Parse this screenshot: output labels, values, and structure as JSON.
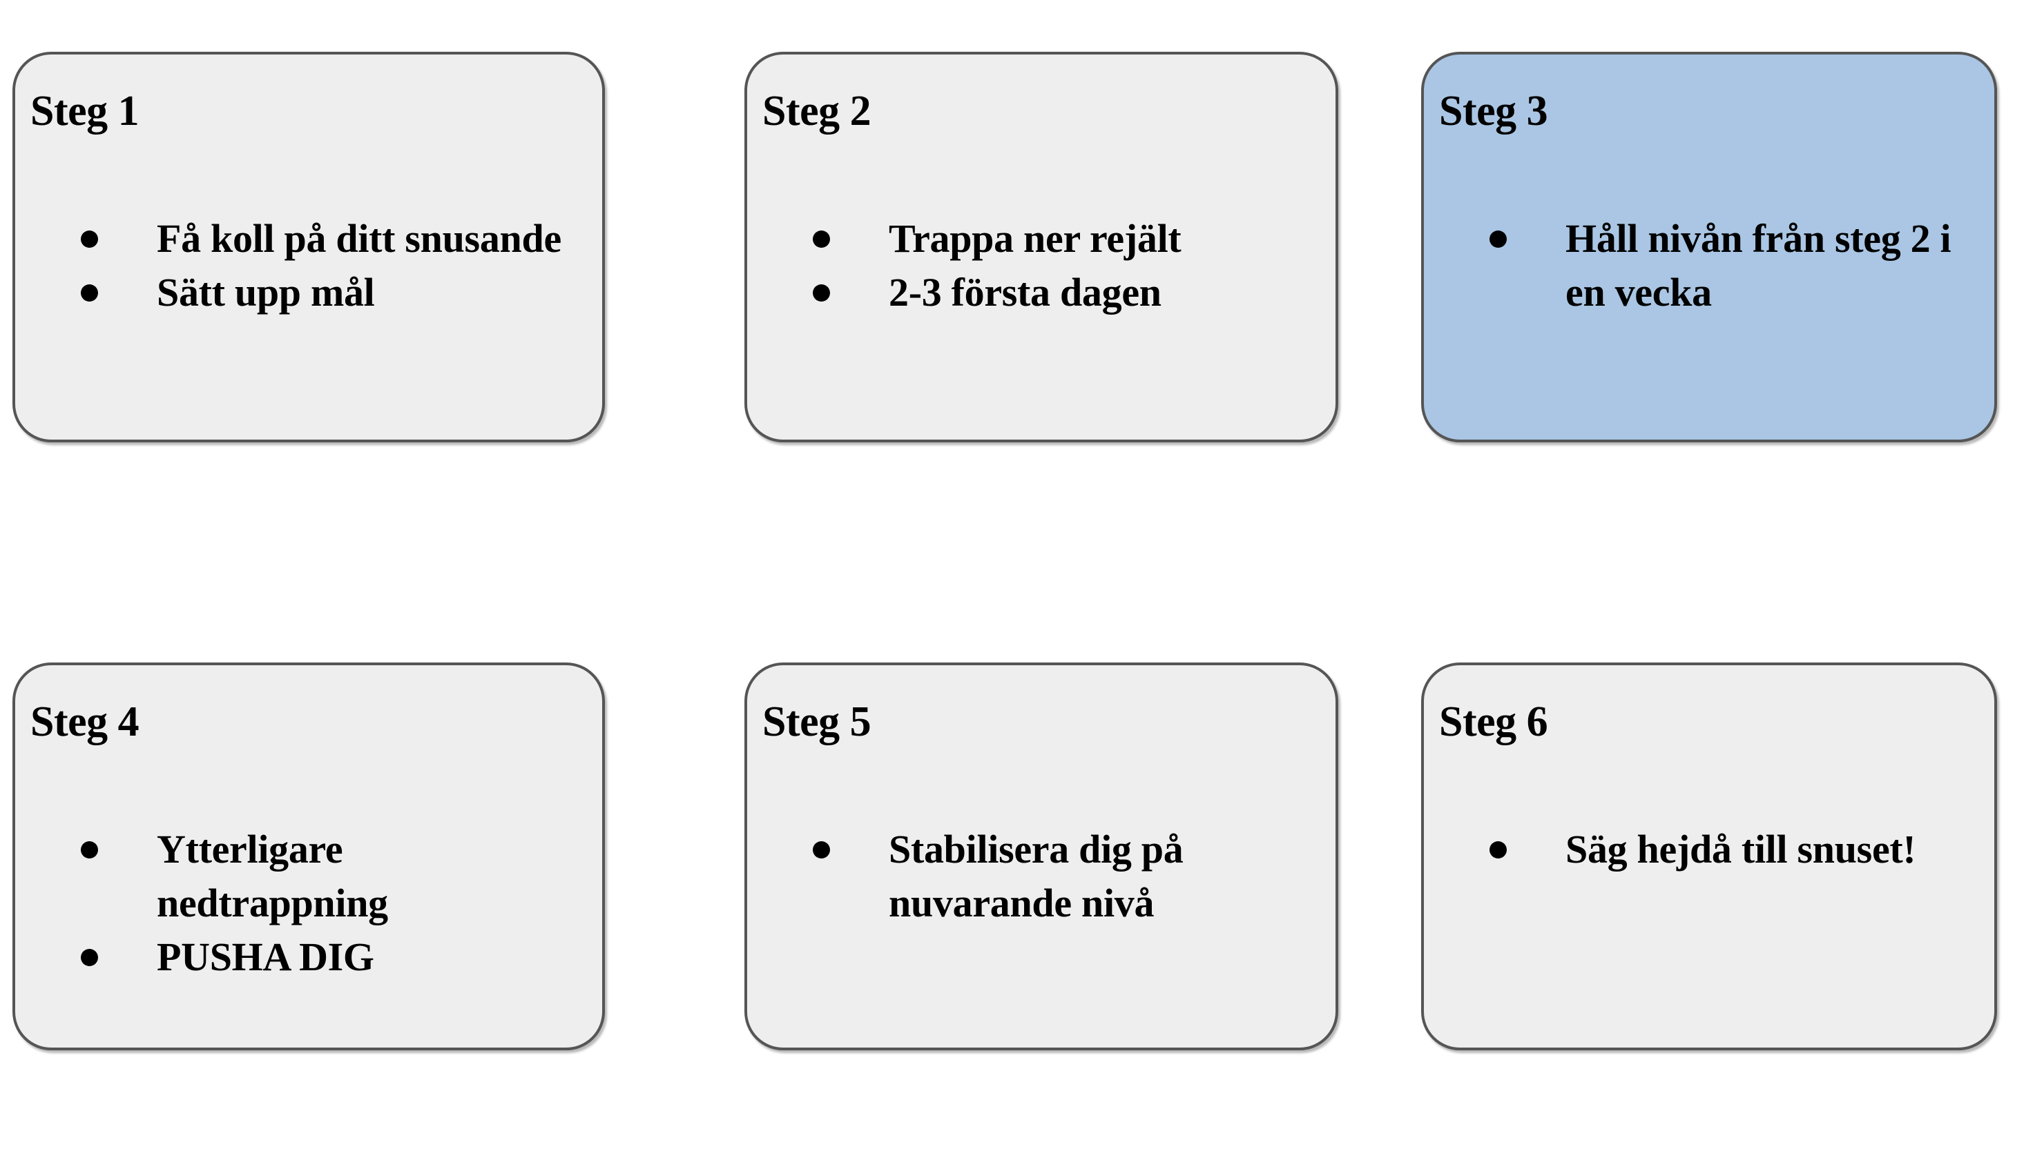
{
  "page": {
    "background_color": "#ffffff",
    "card_fill_default": "#eeeeee",
    "card_fill_accent": "#aac6e4",
    "card_border_color": "#555555",
    "text_color": "#000000",
    "bullet_glyph": "bullet-dot"
  },
  "cards": [
    {
      "id": "steg-1",
      "title": "Steg 1",
      "highlighted": false,
      "bullets": [
        "Få koll på ditt snusande",
        "Sätt upp mål"
      ]
    },
    {
      "id": "steg-2",
      "title": "Steg 2",
      "highlighted": false,
      "bullets": [
        "Trappa ner rejält",
        "2-3 första dagen"
      ]
    },
    {
      "id": "steg-3",
      "title": "Steg 3",
      "highlighted": true,
      "bullets": [
        "Håll nivån från steg 2 i en vecka"
      ]
    },
    {
      "id": "steg-4",
      "title": "Steg 4",
      "highlighted": false,
      "bullets": [
        "Ytterligare nedtrappning",
        "PUSHA DIG"
      ]
    },
    {
      "id": "steg-5",
      "title": "Steg 5",
      "highlighted": false,
      "bullets": [
        "Stabilisera dig på nuvarande nivå"
      ]
    },
    {
      "id": "steg-6",
      "title": "Steg 6",
      "highlighted": false,
      "bullets": [
        "Säg hejdå till snuset!"
      ]
    }
  ]
}
